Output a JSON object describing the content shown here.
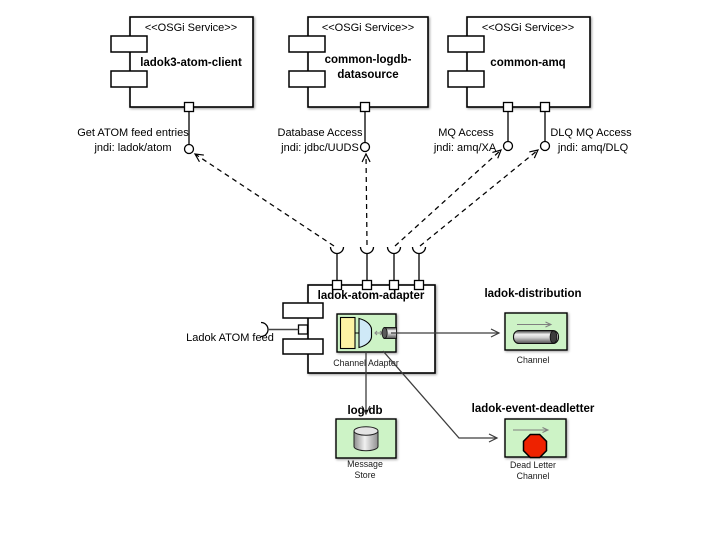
{
  "components": {
    "atom_client": {
      "stereotype": "<<OSGi Service>>",
      "name": "ladok3-atom-client"
    },
    "logdb_ds": {
      "stereotype": "<<OSGi Service>>",
      "name_line1": "common-logdb-",
      "name_line2": "datasource"
    },
    "common_amq": {
      "stereotype": "<<OSGi Service>>",
      "name": "common-amq"
    }
  },
  "interface_labels": {
    "atom": {
      "line1": "Get ATOM feed entries",
      "line2": "jndi: ladok/atom"
    },
    "db": {
      "line1": "Database Access",
      "line2": "jndi: jdbc/UUDS"
    },
    "mq": {
      "line1": "MQ Access",
      "line2": "jndi: amq/XA"
    },
    "dlq": {
      "line1": "DLQ MQ Access",
      "line2": "jndi: amq/DLQ"
    }
  },
  "adapter": {
    "name": "ladok-atom-adapter",
    "icon_caption": "Channel Adapter",
    "feed_label": "Ladok ATOM feed"
  },
  "distribution": {
    "name": "ladok-distribution",
    "caption": "Channel"
  },
  "log_db": {
    "name": "log-db",
    "caption_line1": "Message",
    "caption_line2": "Store"
  },
  "deadletter": {
    "name": "ladok-event-deadletter",
    "caption_line1": "Dead Letter",
    "caption_line2": "Channel"
  },
  "colors": {
    "eip_green": "#cdf3c6",
    "eip_yellow": "#fdf3a4",
    "eip_blue": "#cfe9f7",
    "stop_red": "#ee2200"
  }
}
